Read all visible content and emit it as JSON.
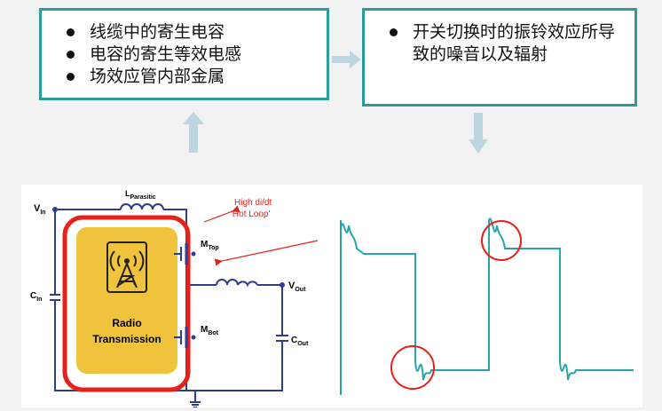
{
  "left_card": {
    "items": [
      "线缆中的寄生电容",
      "电容的寄生等效电感",
      "场效应管内部金属"
    ]
  },
  "right_card": {
    "items": [
      "开关切换时的振铃效应所导致的噪音以及辐射"
    ]
  },
  "circuit": {
    "vin_main": "V",
    "vin_sub": "In",
    "lpar_main": "L",
    "lpar_sub": "Parasitic",
    "cin_main": "C",
    "cin_sub": "In",
    "mtop_main": "M",
    "mtop_sub": "Top",
    "mbot_main": "M",
    "mbot_sub": "Bot",
    "vout_main": "V",
    "vout_sub": "Out",
    "cout_main": "C",
    "cout_sub": "Out",
    "hot_loop_line1": "High di/dt",
    "hot_loop_line2": "'Hot Loop'",
    "radio_line1": "Radio",
    "radio_line2": "Transmission"
  },
  "colors": {
    "teal": "#2a9d9b",
    "wire": "#2e3d8f",
    "loop": "#e8201a",
    "radio_box": "#f0c33c",
    "waveform": "#27a6a8",
    "arrow": "#bcd6df"
  },
  "icons": {
    "arrow_right": "arrow-right-icon",
    "arrow_up": "arrow-up-icon",
    "arrow_down": "arrow-down-icon",
    "antenna": "radio-tower-icon"
  }
}
